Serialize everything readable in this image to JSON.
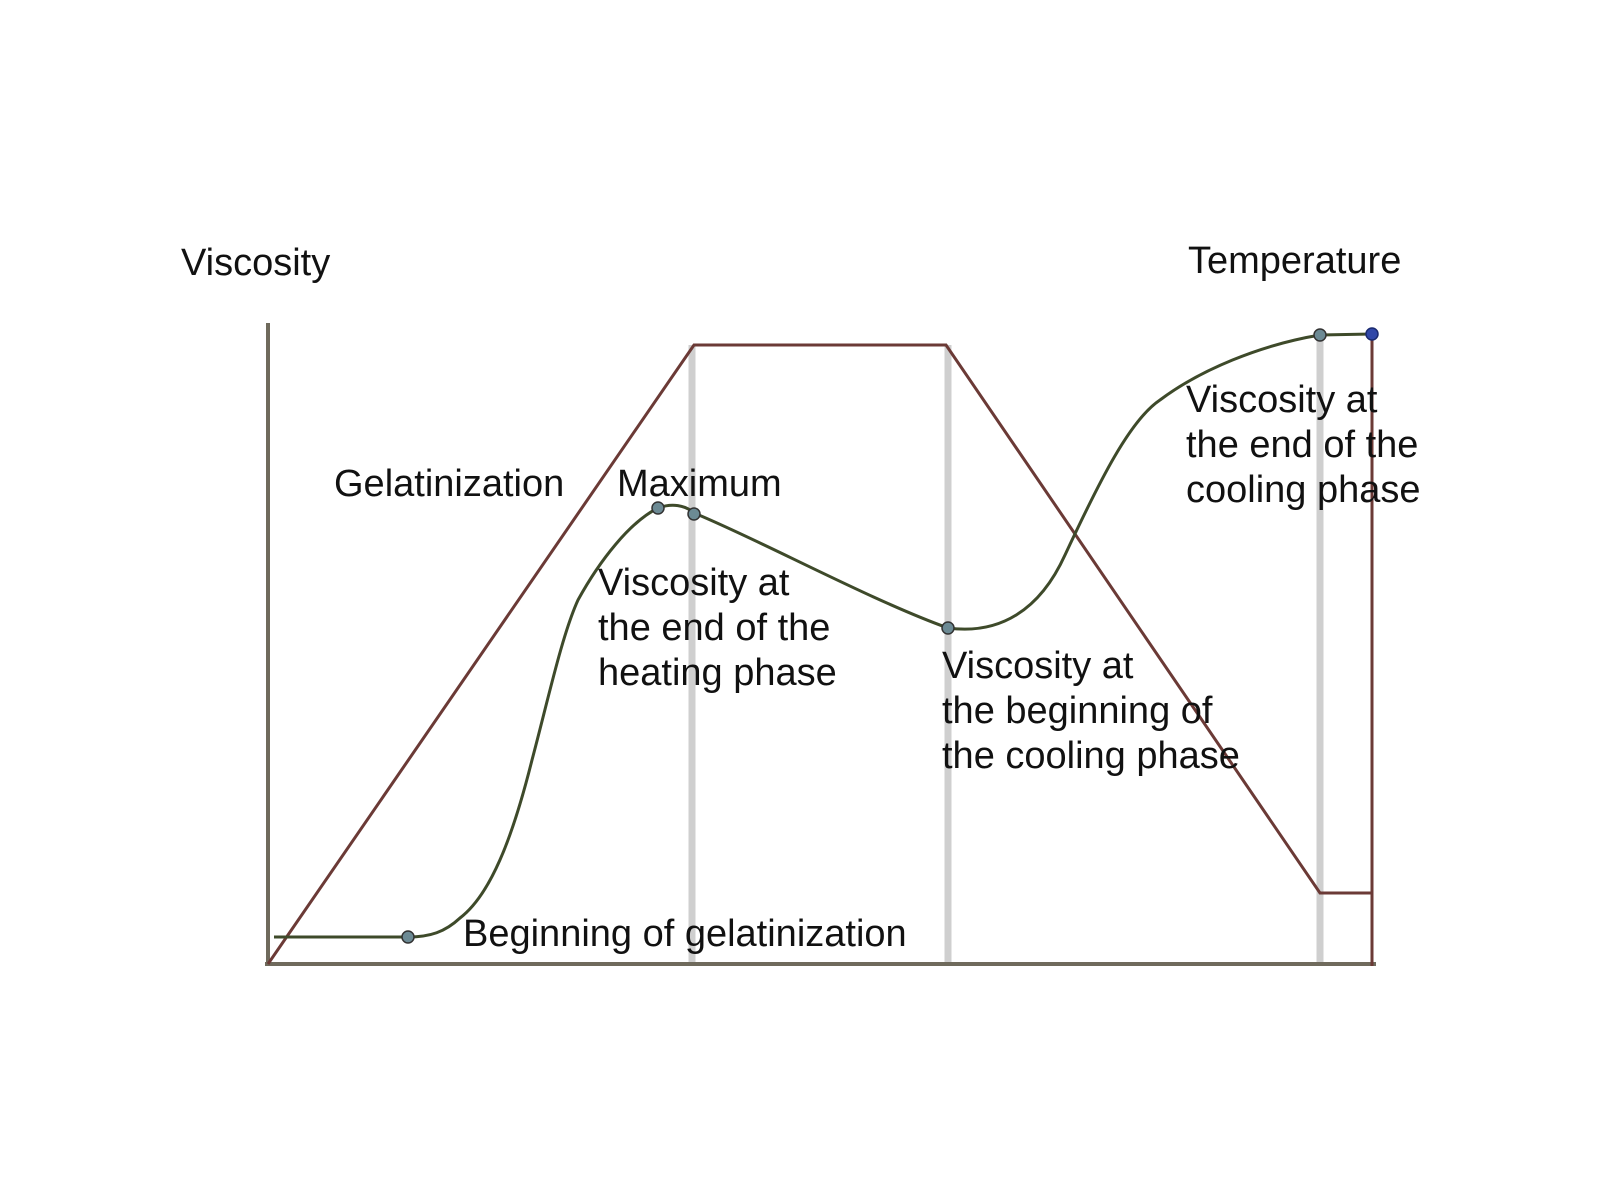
{
  "labels": {
    "y_axis_left": "Viscosity",
    "y_axis_right": "Temperature",
    "gelatinization": "Gelatinization",
    "maximum": "Maximum",
    "beginning_of_gelatinization": "Beginning of gelatinization",
    "end_of_heating": [
      "Viscosity at",
      "the end of the",
      "heating phase"
    ],
    "beginning_of_cooling": [
      "Viscosity at",
      "the beginning of",
      "the cooling phase"
    ],
    "end_of_cooling": [
      "Viscosity at",
      "the end of the",
      "cooling phase"
    ]
  },
  "colors": {
    "temperature_curve": "#6b3a36",
    "viscosity_curve": "#3e4a2a",
    "axes": "#6f6a5c",
    "phase_lines": "#cfcfcf",
    "markers": "#6c8a94",
    "end_marker": "#3047a8"
  }
}
